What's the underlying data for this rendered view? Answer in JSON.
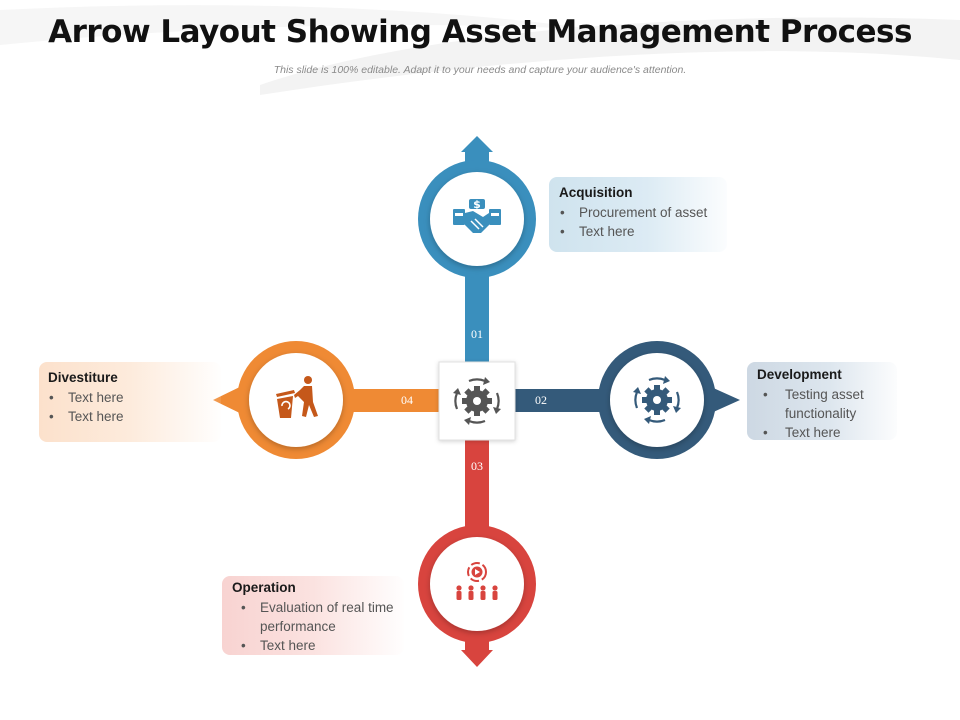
{
  "header": {
    "title": "Arrow Layout Showing Asset Management Process",
    "subtitle": "This slide is 100% editable. Adapt it to your needs and capture your audience's attention."
  },
  "colors": {
    "acquisition": "#3a8fbd",
    "development": "#345a7a",
    "operation": "#d8443e",
    "divestiture": "#ef8a34",
    "hub_icon": "#555555"
  },
  "steps": [
    {
      "number": "01",
      "heading": "Acquisition",
      "icon": "handshake-money-icon",
      "bullets": [
        "Procurement of asset",
        "Text here"
      ]
    },
    {
      "number": "02",
      "heading": "Development",
      "icon": "gear-cycle-icon",
      "bullets": [
        "Testing asset functionality",
        "Text here"
      ]
    },
    {
      "number": "03",
      "heading": "Operation",
      "icon": "team-performance-icon",
      "bullets": [
        "Evaluation of real time performance",
        "Text here"
      ]
    },
    {
      "number": "04",
      "heading": "Divestiture",
      "icon": "recycle-bin-icon",
      "bullets": [
        "Text here",
        "Text here"
      ]
    }
  ],
  "hub": {
    "icon": "gear-cycle-icon"
  }
}
